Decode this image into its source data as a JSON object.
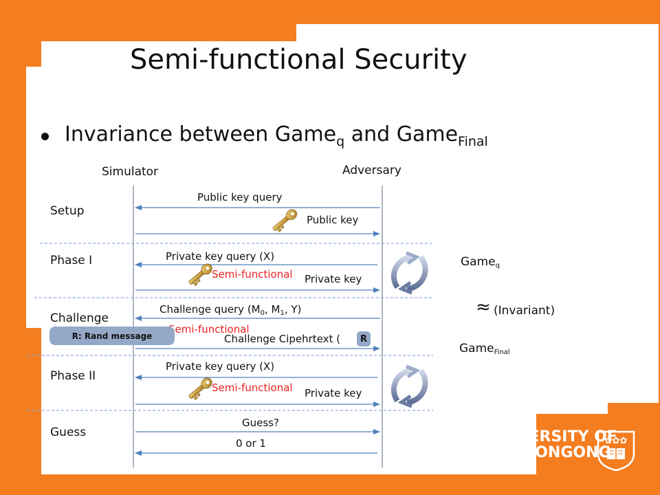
{
  "slide": {
    "title": "Semi-functional Security",
    "bullet": {
      "prefix": "Invariance between Game",
      "sub1": "q",
      "middle": " and Game",
      "sub2": "Final"
    }
  },
  "actors": {
    "simulator": "Simulator",
    "adversary": "Adversary"
  },
  "phases": {
    "setup": "Setup",
    "phase1": "Phase I",
    "challenge": "Challenge",
    "phase2": "Phase II",
    "guess": "Guess"
  },
  "messages": {
    "public_key_query": "Public key query",
    "public_key": "Public key",
    "private_key_query_1": "Private key query (X)",
    "private_key_1": "Private key",
    "semi_functional_1": "Semi-functional",
    "challenge_query": {
      "prefix": "Challenge query (M",
      "s0": "0",
      "mid1": ", M",
      "s1": "1",
      "suffix": ", Y)"
    },
    "semi_functional_challenge": "Semi-functional",
    "challenge_ciphertext": {
      "prefix": "Challenge Cipehrtext (",
      "r": "R",
      "suffix": ")"
    },
    "rand_message": "R: Rand message",
    "private_key_query_2": "Private key query (X)",
    "private_key_2": "Private key",
    "semi_functional_2": "Semi-functional",
    "guess_query": "Guess?",
    "guess_answer": "0 or 1"
  },
  "games": {
    "game_q": {
      "base": "Game",
      "sub": "q"
    },
    "approx": "≈",
    "invariant": "(Invariant)",
    "game_final": {
      "base": "Game",
      "sub": "Final"
    }
  },
  "logo": {
    "line1": "UNIVERSITY OF",
    "line2": "WOLLONGONG"
  },
  "colors": {
    "orange": "#f47d20",
    "arrow_blue": "#4f81bd",
    "dash_blue": "#8eaad6",
    "red": "#e8201f",
    "box_blue": "#94a9c8"
  },
  "icons": [
    "key-icon",
    "cycle-arrows-icon",
    "crest-icon"
  ]
}
